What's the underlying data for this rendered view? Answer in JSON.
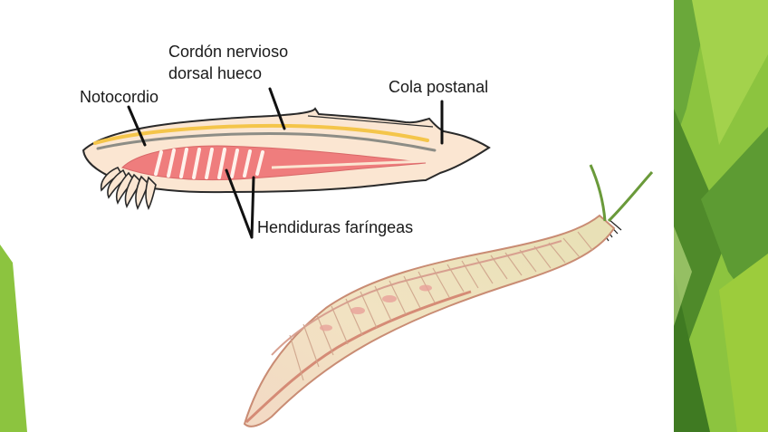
{
  "labels": {
    "cordon_line1": "Cordón nervioso",
    "cordon_line2": "dorsal hueco",
    "notocordio": "Notocordio",
    "cola": "Cola postanal",
    "hendiduras": "Hendiduras faríngeas"
  },
  "colors": {
    "theme_green_light": "#9ccc3c",
    "theme_green_dark": "#4f8a2a",
    "body_fill": "#fbe6d2",
    "pharynx_fill": "#ef7d7d",
    "nerve_cord": "#f4c54a",
    "notochord": "#8d8d86"
  },
  "icons": {
    "specimen_illustration": "lancelet-illustration"
  }
}
